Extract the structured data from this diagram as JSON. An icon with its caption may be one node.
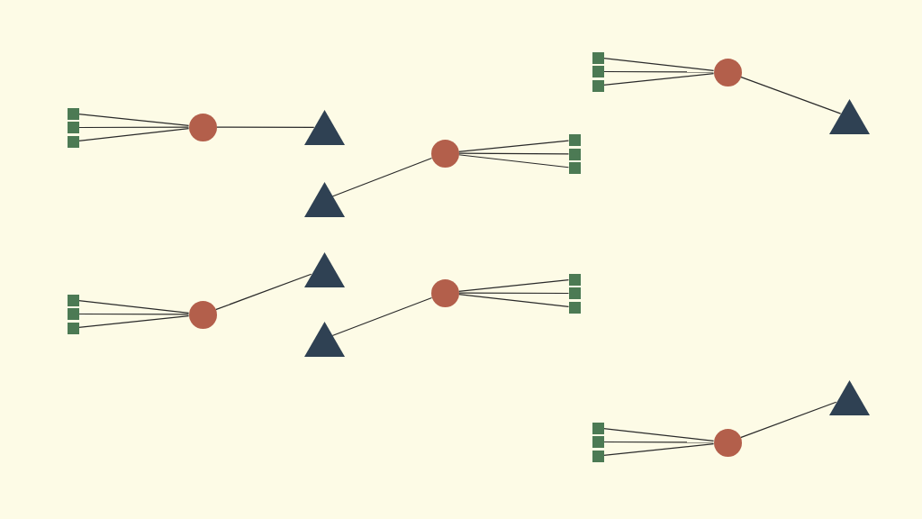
{
  "diagram": {
    "nodes": [
      {
        "text": [],
        "shape": "box"
      },
      {
        "text": [],
        "shape": "box"
      },
      {
        "text": [],
        "shape": "box"
      },
      {
        "text": [],
        "shape": "circle"
      },
      {
        "text": [],
        "shape": "triangle"
      },
      {
        "text": [],
        "shape": "triangle"
      },
      {
        "text": [],
        "shape": "circle"
      },
      {
        "text": [],
        "shape": "box"
      },
      {
        "text": [],
        "shape": "box"
      },
      {
        "text": [],
        "shape": "box"
      },
      {
        "text": [],
        "shape": "box"
      },
      {
        "text": [],
        "shape": "box"
      },
      {
        "text": [],
        "shape": "box"
      },
      {
        "text": [],
        "shape": "circle"
      },
      {
        "text": [],
        "shape": "triangle"
      },
      {
        "text": [],
        "shape": "box"
      },
      {
        "text": [],
        "shape": "box"
      },
      {
        "text": [],
        "shape": "box"
      },
      {
        "text": [],
        "shape": "circle"
      },
      {
        "text": [],
        "shape": "triangle"
      },
      {
        "text": [],
        "shape": "triangle"
      },
      {
        "text": [],
        "shape": "circle"
      },
      {
        "text": [],
        "shape": "box"
      },
      {
        "text": [],
        "shape": "box"
      },
      {
        "text": [],
        "shape": "box"
      },
      {
        "text": [],
        "shape": "box"
      },
      {
        "text": [],
        "shape": "box"
      },
      {
        "text": [],
        "shape": "box"
      },
      {
        "text": [],
        "shape": "circle"
      },
      {
        "text": [],
        "shape": "triangle"
      }
    ],
    "edges": [
      {
        "from": 0,
        "to": 3,
        "arrow": "none"
      },
      {
        "from": 1,
        "to": 3,
        "arrow": "none"
      },
      {
        "from": 2,
        "to": 3,
        "arrow": "none"
      },
      {
        "from": 3,
        "to": 4,
        "arrow": "none"
      },
      {
        "from": 7,
        "to": 6,
        "arrow": "none"
      },
      {
        "from": 8,
        "to": 6,
        "arrow": "none"
      },
      {
        "from": 9,
        "to": 6,
        "arrow": "none"
      },
      {
        "from": 6,
        "to": 5,
        "arrow": "none"
      },
      {
        "from": 10,
        "to": 13,
        "arrow": "none"
      },
      {
        "from": 11,
        "to": 13,
        "arrow": "none"
      },
      {
        "from": 12,
        "to": 13,
        "arrow": "none"
      },
      {
        "from": 13,
        "to": 14,
        "arrow": "none"
      },
      {
        "from": 15,
        "to": 18,
        "arrow": "none"
      },
      {
        "from": 16,
        "to": 18,
        "arrow": "none"
      },
      {
        "from": 17,
        "to": 18,
        "arrow": "none"
      },
      {
        "from": 18,
        "to": 19,
        "arrow": "none"
      },
      {
        "from": 22,
        "to": 21,
        "arrow": "none"
      },
      {
        "from": 23,
        "to": 21,
        "arrow": "none"
      },
      {
        "from": 24,
        "to": 21,
        "arrow": "none"
      },
      {
        "from": 21,
        "to": 20,
        "arrow": "none"
      },
      {
        "from": 25,
        "to": 28,
        "arrow": "none"
      },
      {
        "from": 26,
        "to": 28,
        "arrow": "none"
      },
      {
        "from": 27,
        "to": 28,
        "arrow": "none"
      },
      {
        "from": 28,
        "to": 29,
        "arrow": "none"
      }
    ]
  }
}
